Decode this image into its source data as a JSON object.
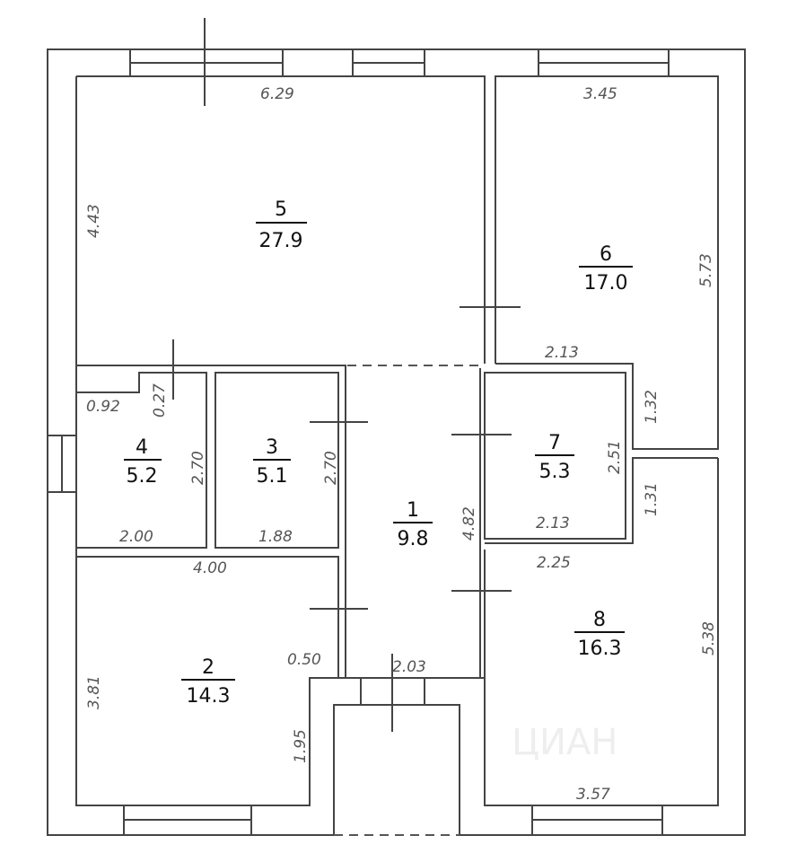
{
  "rooms": [
    {
      "number": "1",
      "area": "9.8"
    },
    {
      "number": "2",
      "area": "14.3"
    },
    {
      "number": "3",
      "area": "5.1"
    },
    {
      "number": "4",
      "area": "5.2"
    },
    {
      "number": "5",
      "area": "27.9"
    },
    {
      "number": "6",
      "area": "17.0"
    },
    {
      "number": "7",
      "area": "5.3"
    },
    {
      "number": "8",
      "area": "16.3"
    }
  ],
  "dimensions": {
    "r5_width": "6.29",
    "r5_height": "4.43",
    "r6_width": "3.45",
    "r6_height": "5.73",
    "r6_bottom": "2.13",
    "r7_top_right": "1.32",
    "r7_height": "2.51",
    "r7_width": "2.13",
    "r7_below": "1.31",
    "r4_notch_w": "0.92",
    "r4_notch_h": "0.27",
    "r4_height": "2.70",
    "r4_width": "2.00",
    "r3_height": "2.70",
    "r3_width": "1.88",
    "r1_height": "4.82",
    "r1_width": "2.03",
    "r2_width": "4.00",
    "r2_height": "3.81",
    "r2_step": "0.50",
    "r2_step_h": "1.95",
    "r8_width_top": "2.25",
    "r8_height": "5.38",
    "r8_width": "3.57"
  },
  "watermark": "ЦИАН"
}
